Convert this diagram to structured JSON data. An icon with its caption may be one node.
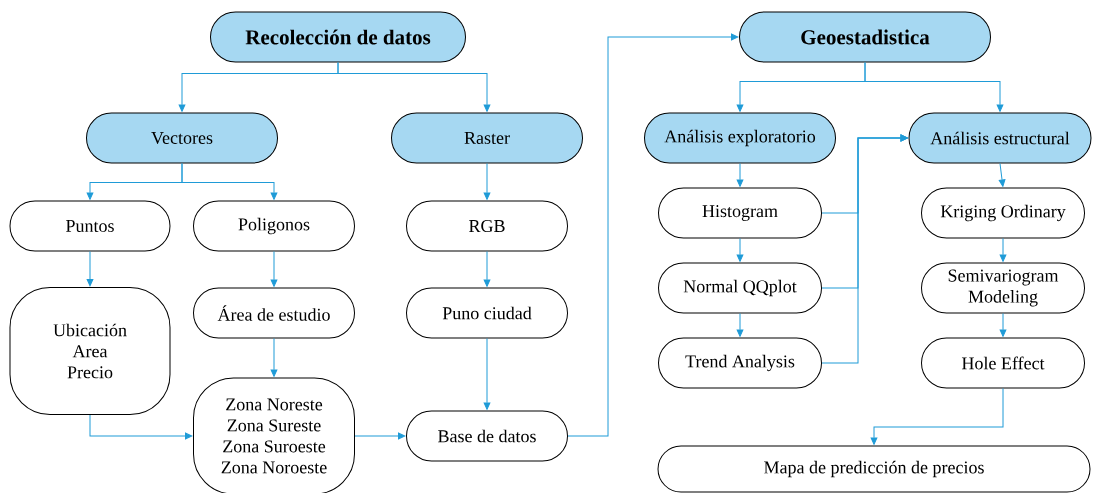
{
  "diagram": {
    "nodes": [
      {
        "text": [
          "Recolección de datos"
        ]
      },
      {
        "text": [
          "Vectores"
        ]
      },
      {
        "text": [
          "Raster"
        ]
      },
      {
        "text": [
          "Puntos"
        ]
      },
      {
        "text": [
          "Poligonos"
        ]
      },
      {
        "text": [
          "RGB"
        ]
      },
      {
        "text": [
          "Ubicación",
          "Area",
          "Precio"
        ]
      },
      {
        "text": [
          "Área de estudio"
        ]
      },
      {
        "text": [
          "Puno ciudad"
        ]
      },
      {
        "text": [
          "Zona Noreste",
          "Zona Sureste",
          "Zona Suroeste",
          "Zona Noroeste"
        ]
      },
      {
        "text": [
          "Base de datos"
        ]
      },
      {
        "text": [
          "Geoestadistica"
        ]
      },
      {
        "text": [
          "Análisis exploratorio"
        ]
      },
      {
        "text": [
          "Análisis estructural"
        ]
      },
      {
        "text": [
          "Histogram"
        ]
      },
      {
        "text": [
          "Normal QQplot"
        ]
      },
      {
        "text": [
          "Trend Analysis"
        ]
      },
      {
        "text": [
          "Kriging Ordinary"
        ]
      },
      {
        "text": [
          "Semivariogram Modeling"
        ]
      },
      {
        "text": [
          "Hole Effect"
        ]
      },
      {
        "text": [
          "Mapa de predicción de precios"
        ]
      }
    ],
    "edges": [
      {
        "from": 0,
        "to": 1,
        "arrow": "to"
      },
      {
        "from": 0,
        "to": 2,
        "arrow": "to"
      },
      {
        "from": 1,
        "to": 3,
        "arrow": "to"
      },
      {
        "from": 1,
        "to": 4,
        "arrow": "to"
      },
      {
        "from": 2,
        "to": 5,
        "arrow": "to"
      },
      {
        "from": 3,
        "to": 6,
        "arrow": "to"
      },
      {
        "from": 4,
        "to": 7,
        "arrow": "to"
      },
      {
        "from": 5,
        "to": 8,
        "arrow": "to"
      },
      {
        "from": 7,
        "to": 9,
        "arrow": "to"
      },
      {
        "from": 8,
        "to": 10,
        "arrow": "to"
      },
      {
        "from": 6,
        "to": 9,
        "arrow": "to"
      },
      {
        "from": 9,
        "to": 10,
        "arrow": "to"
      },
      {
        "from": 10,
        "to": 11,
        "arrow": "to"
      },
      {
        "from": 11,
        "to": 12,
        "arrow": "to"
      },
      {
        "from": 11,
        "to": 13,
        "arrow": "to"
      },
      {
        "from": 12,
        "to": 14,
        "arrow": "to"
      },
      {
        "from": 14,
        "to": 15,
        "arrow": "to"
      },
      {
        "from": 15,
        "to": 16,
        "arrow": "to"
      },
      {
        "from": 14,
        "to": 13,
        "arrow": "to"
      },
      {
        "from": 15,
        "to": 13,
        "arrow": "to"
      },
      {
        "from": 16,
        "to": 13,
        "arrow": "to"
      },
      {
        "from": 13,
        "to": 17,
        "arrow": "to"
      },
      {
        "from": 17,
        "to": 18,
        "arrow": "to"
      },
      {
        "from": 18,
        "to": 19,
        "arrow": "to"
      },
      {
        "from": 19,
        "to": 20,
        "arrow": "to"
      }
    ]
  }
}
